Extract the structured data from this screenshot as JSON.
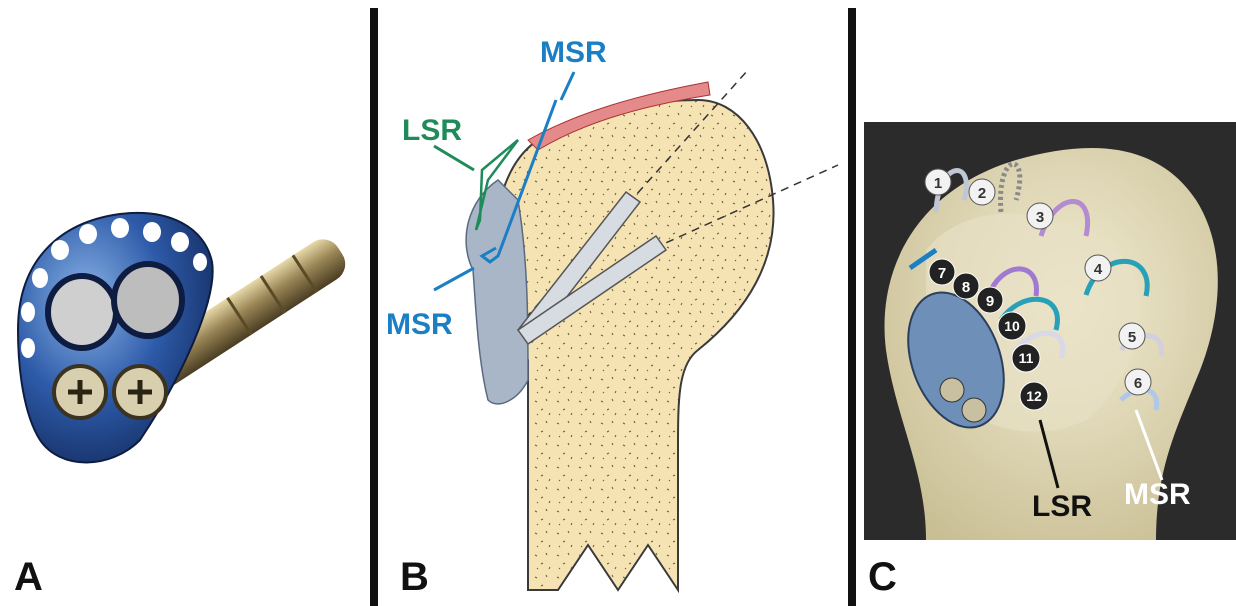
{
  "panels": {
    "a": {
      "letter": "A"
    },
    "b": {
      "letter": "B",
      "labels": {
        "msr_top": "MSR",
        "lsr": "LSR",
        "msr_bottom": "MSR"
      }
    },
    "c": {
      "letter": "C",
      "labels": {
        "lsr": "LSR",
        "msr": "MSR"
      },
      "suture_numbers": [
        "1",
        "2",
        "3",
        "4",
        "5",
        "6",
        "7",
        "8",
        "9",
        "10",
        "11",
        "12"
      ]
    }
  },
  "colors": {
    "msr": "#1b7fc4",
    "lsr": "#1f8a5a",
    "bone": "#f6e3b4",
    "background_c": "#2b2b2b"
  }
}
